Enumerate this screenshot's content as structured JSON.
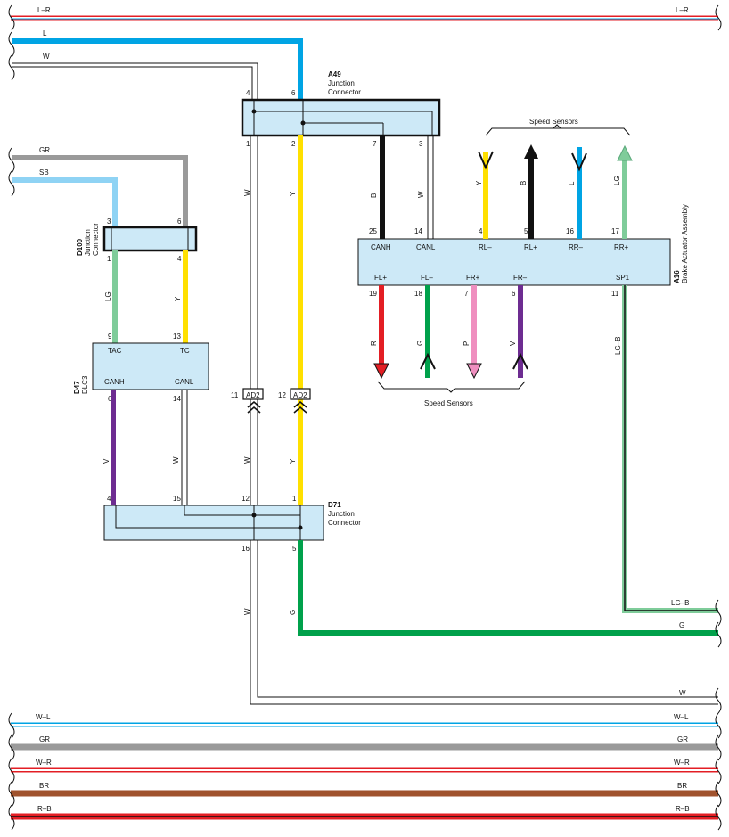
{
  "colors": {
    "blue": "#00a4e4",
    "light_blue": "#8fd3f4",
    "gray": "#9a9a9a",
    "yellow": "#ffe000",
    "light_green": "#7fcc9a",
    "black": "#111111",
    "red": "#e31e24",
    "green": "#00a14b",
    "pink": "#ef8fbf",
    "violet": "#6d2c91",
    "brown": "#a0522d",
    "connector_fill": "#cde9f7"
  },
  "top_bus": {
    "left": "L–R",
    "right": "L–R"
  },
  "wires": {
    "l": "L",
    "w_top": "W",
    "gr": "GR",
    "sb": "SB",
    "w_a49": "W",
    "y_a49": "Y",
    "b_a49": "B",
    "w_a49_pin3": "W",
    "lg_d100": "LG",
    "y_d100": "Y",
    "v_dlc3": "V",
    "w_dlc3": "W",
    "w_ad2": "W",
    "y_ad2": "Y",
    "w_d71": "W",
    "g_d71": "G",
    "lg_b_a16": "LG–B"
  },
  "a49": {
    "ref": "A49",
    "name_line1": "Junction",
    "name_line2": "Connector",
    "pins": {
      "top_w": "4",
      "top_l": "6",
      "bot_w": "1",
      "bot_y": "2",
      "bot_b": "7",
      "bot_w2": "3"
    }
  },
  "d100": {
    "ref": "D100",
    "name_line1": "Junction",
    "name_line2": "Connector",
    "pins": {
      "top_sb": "3",
      "top_gr": "6",
      "bot_lg": "1",
      "bot_y": "4"
    }
  },
  "d47": {
    "ref": "D47",
    "name": "DLC3",
    "pins": {
      "tac": "9",
      "tc": "13",
      "canh": "6",
      "canl": "14"
    },
    "labels": {
      "tac": "TAC",
      "tc": "TC",
      "canh": "CANH",
      "canl": "CANL"
    }
  },
  "ad2": {
    "pin_w": "11",
    "pin_y": "12",
    "label_w": "AD2",
    "label_y": "AD2"
  },
  "d71": {
    "ref": "D71",
    "name_line1": "Junction",
    "name_line2": "Connector",
    "pins": {
      "top_v": "4",
      "top_w": "15",
      "top_w2": "12",
      "top_y": "1",
      "bot_w": "16",
      "bot_g": "5"
    }
  },
  "a16": {
    "ref": "A16",
    "name": "Brake Actuator Assembly",
    "top_pins": [
      {
        "num": "25",
        "label": "CANH"
      },
      {
        "num": "14",
        "label": "CANL"
      },
      {
        "num": "4",
        "label": "RL–"
      },
      {
        "num": "5",
        "label": "RL+"
      },
      {
        "num": "16",
        "label": "RR–"
      },
      {
        "num": "17",
        "label": "RR+"
      }
    ],
    "bottom_pins": [
      {
        "num": "19",
        "label": "FL+"
      },
      {
        "num": "18",
        "label": "FL–"
      },
      {
        "num": "7",
        "label": "FR+"
      },
      {
        "num": "6",
        "label": "FR–"
      },
      {
        "num": "11",
        "label": "SP1"
      }
    ]
  },
  "speed_sensors": {
    "top_label": "Speed Sensors",
    "bottom_label": "Speed Sensors",
    "top_wires": [
      "Y",
      "B",
      "L",
      "LG"
    ],
    "bottom_wires": [
      "R",
      "G",
      "P",
      "V"
    ]
  },
  "right_outputs": {
    "lg_b": "LG–B",
    "g": "G",
    "w": "W"
  },
  "bottom_buses": [
    {
      "left": "W–L",
      "right": "W–L",
      "color": "#00a4e4",
      "striped": true
    },
    {
      "left": "GR",
      "right": "GR",
      "color": "#9a9a9a",
      "striped": false
    },
    {
      "left": "W–R",
      "right": "W–R",
      "color": "#e31e24",
      "striped": true
    },
    {
      "left": "BR",
      "right": "BR",
      "color": "#a0522d",
      "striped": false
    },
    {
      "left": "R–B",
      "right": "R–B",
      "color": "#e31e24",
      "striped": true
    }
  ]
}
